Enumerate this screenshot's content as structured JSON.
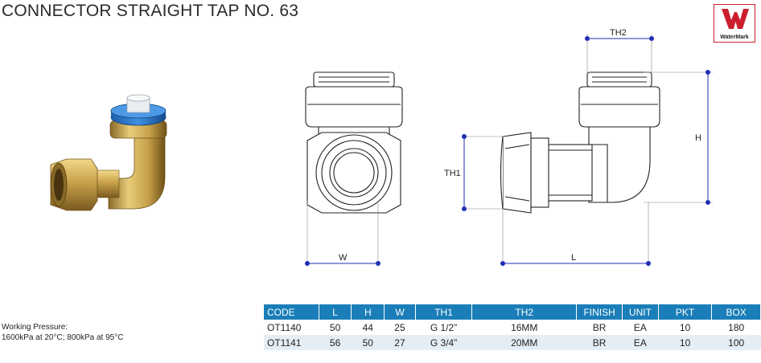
{
  "title": "CONNECTOR STRAIGHT TAP NO. 63",
  "logo": {
    "text": "WaterMark",
    "color": "#cc1f2e"
  },
  "dimensions": {
    "th2": "TH2",
    "th1": "TH1",
    "h": "H",
    "w": "W",
    "l": "L"
  },
  "pressure": {
    "line1": "Working Pressure:",
    "line2": "1600kPa at 20°C; 800kPa at 95°C"
  },
  "table": {
    "header_color": "#1a7eb8",
    "headers": [
      "CODE",
      "L",
      "H",
      "W",
      "TH1",
      "TH2",
      "FINISH",
      "UNIT",
      "PKT",
      "BOX"
    ],
    "rows": [
      [
        "OT1140",
        "50",
        "44",
        "25",
        "G 1/2”",
        "16MM",
        "BR",
        "EA",
        "10",
        "180"
      ],
      [
        "OT1141",
        "56",
        "50",
        "27",
        "G 3/4”",
        "20MM",
        "BR",
        "EA",
        "10",
        "100"
      ]
    ]
  }
}
